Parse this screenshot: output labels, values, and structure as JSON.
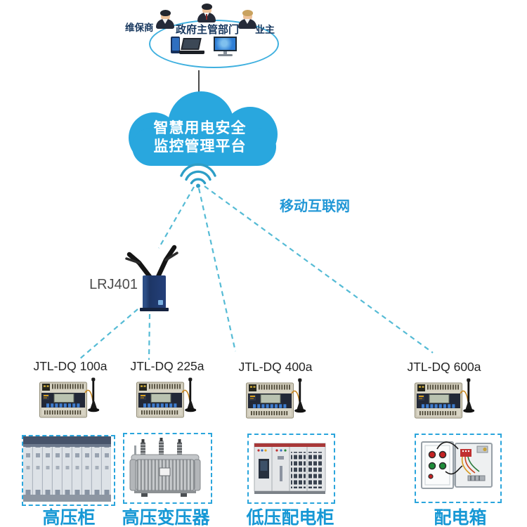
{
  "stakeholders": {
    "items": [
      {
        "label": "维保商"
      },
      {
        "label": "政府主管部门"
      },
      {
        "label": "业主"
      }
    ]
  },
  "platform": {
    "line1": "智慧用电安全",
    "line2": "监控管理平台"
  },
  "network": {
    "label": "移动互联网"
  },
  "gateway": {
    "model": "LRJ401"
  },
  "detectors": [
    {
      "model": "JTL-DQ 100a"
    },
    {
      "model": "JTL-DQ 225a"
    },
    {
      "model": "JTL-DQ 400a"
    },
    {
      "model": "JTL-DQ 600a"
    }
  ],
  "equipment": [
    {
      "label": "高压柜"
    },
    {
      "label": "高压变压器"
    },
    {
      "label": "低压配电柜"
    },
    {
      "label": "配电箱"
    }
  ],
  "colors": {
    "cloud_blue": "#29A7DE",
    "dash_teal": "#55BBD5",
    "label_blue": "#1798D5",
    "navy_text": "#17375E",
    "card_border": "#2AA5DC"
  }
}
